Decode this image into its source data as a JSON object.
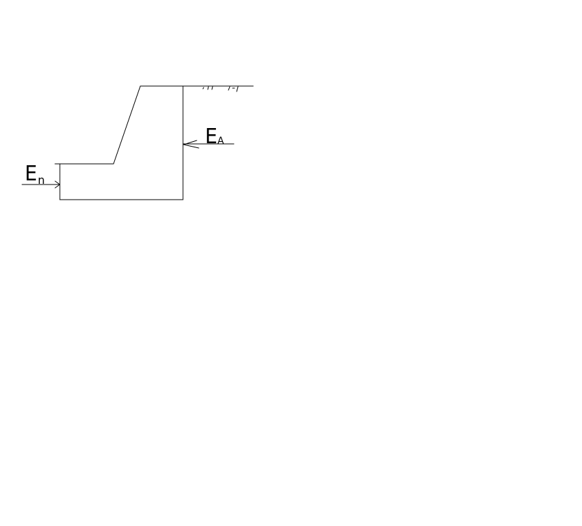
{
  "diagram": {
    "labels": {
      "passive_force_main": "E",
      "passive_force_sub": "n",
      "active_force_main": "E",
      "active_force_sub": "A"
    },
    "colors": {
      "background": "#ffffff",
      "line": "#000000"
    }
  }
}
